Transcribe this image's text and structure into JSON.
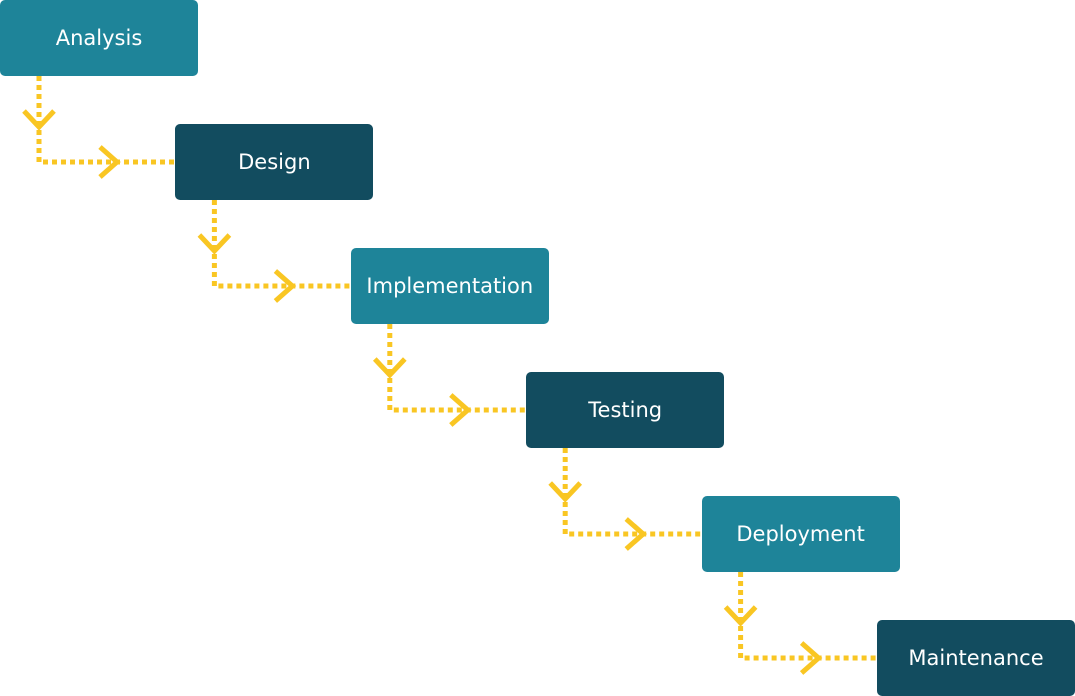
{
  "colors": {
    "light": "#1e8499",
    "dark": "#124c5f",
    "connector": "#f9c623"
  },
  "stages": [
    {
      "label": "Analysis",
      "tone": "light"
    },
    {
      "label": "Design",
      "tone": "dark"
    },
    {
      "label": "Implementation",
      "tone": "light"
    },
    {
      "label": "Testing",
      "tone": "dark"
    },
    {
      "label": "Deployment",
      "tone": "light"
    },
    {
      "label": "Maintenance",
      "tone": "dark"
    }
  ]
}
